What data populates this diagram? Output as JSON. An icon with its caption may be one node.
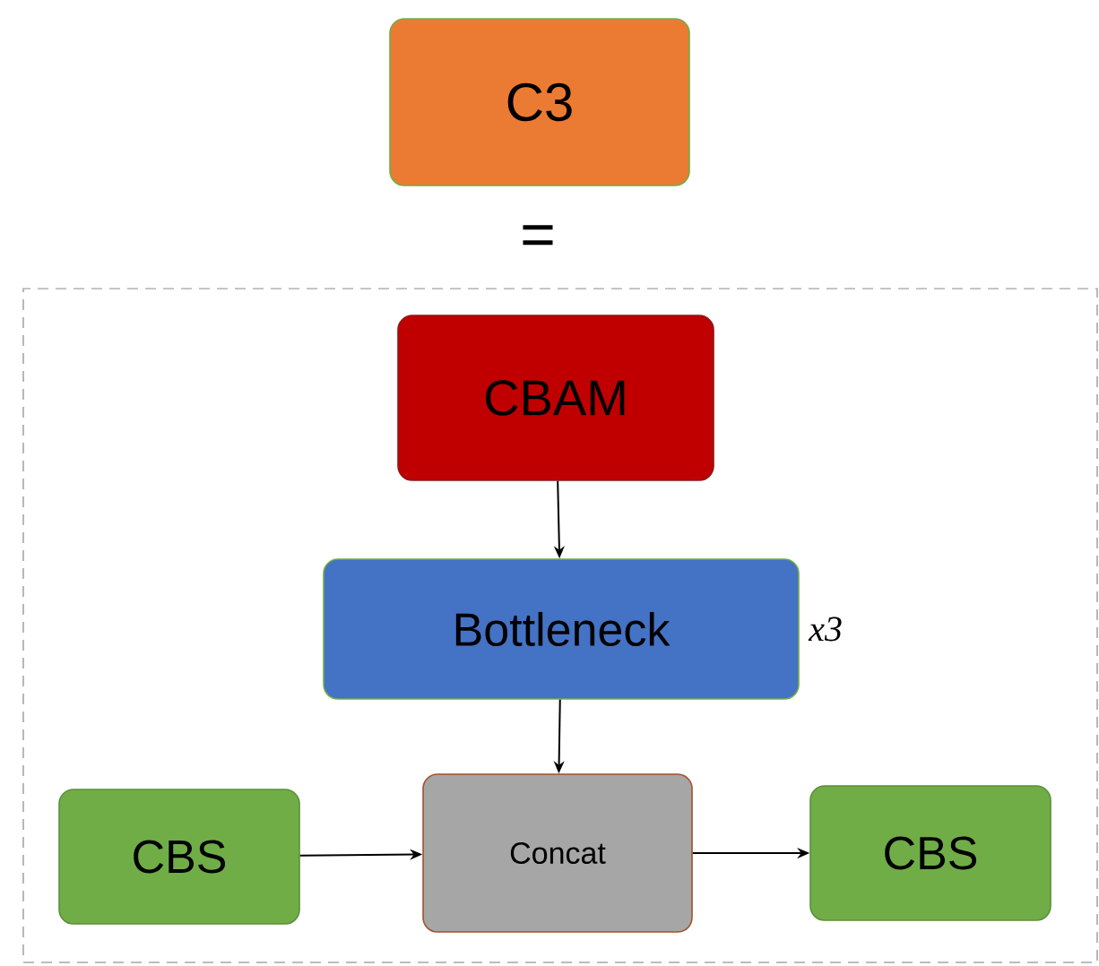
{
  "diagram": {
    "nodes": [
      {
        "text": [
          "C3"
        ]
      },
      {
        "text": [],
        "shape": "box"
      },
      {
        "text": [
          "CBAM"
        ],
        "in": 1
      },
      {
        "text": [
          "Bottleneck"
        ],
        "in": 1,
        "beside": [
          "*x3*"
        ]
      },
      {
        "text": [
          "CBS"
        ],
        "in": 1
      },
      {
        "text": [
          "Concat"
        ],
        "in": 1
      },
      {
        "text": [
          "CBS"
        ],
        "in": 1
      }
    ],
    "edges": [
      {
        "from": 2,
        "to": 3,
        "arrow": "to"
      },
      {
        "from": 3,
        "to": 5,
        "arrow": "to"
      },
      {
        "from": 4,
        "to": 5,
        "arrow": "to"
      },
      {
        "from": 5,
        "to": 6,
        "arrow": "to"
      }
    ],
    "labels": [
      "="
    ]
  }
}
